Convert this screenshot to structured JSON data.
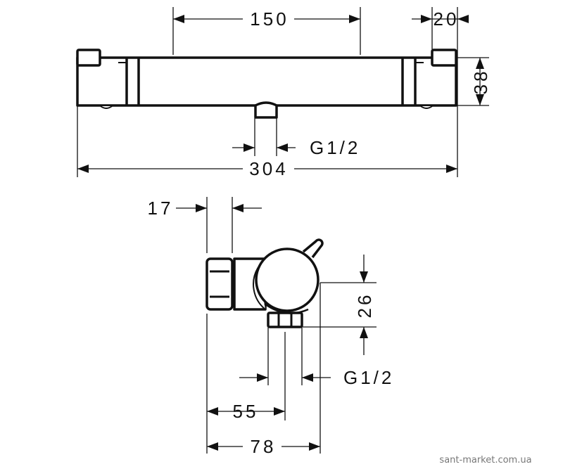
{
  "top_view": {
    "dim_center_width": "150",
    "dim_cap_width": "20",
    "dim_height": "38",
    "dim_outlet_thread": "G1/2",
    "dim_total_length": "304"
  },
  "side_view": {
    "dim_nut_width": "17",
    "dim_outlet_height": "26",
    "dim_outlet_thread": "G1/2",
    "dim_outlet_offset": "55",
    "dim_total_depth": "78"
  },
  "watermark": "sant-market.com.ua"
}
